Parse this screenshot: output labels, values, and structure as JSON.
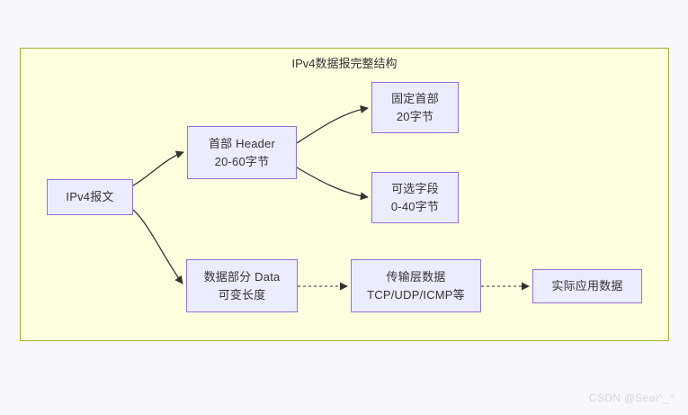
{
  "diagram": {
    "title": "IPv4数据报完整结构",
    "container": {
      "fill": "#ffffe0",
      "stroke": "#aaaa33"
    },
    "node_style": {
      "fill": "#ececff",
      "stroke": "#9370db",
      "text_color": "#333333"
    },
    "edge_style": {
      "solid_color": "#333333",
      "dotted_color": "#555555"
    },
    "nodes": [
      {
        "id": "ipv4",
        "lines": [
          "IPv4报文"
        ]
      },
      {
        "id": "header",
        "lines": [
          "首部 Header",
          "20-60字节"
        ]
      },
      {
        "id": "fixed",
        "lines": [
          "固定首部",
          "20字节"
        ]
      },
      {
        "id": "optional",
        "lines": [
          "可选字段",
          "0-40字节"
        ]
      },
      {
        "id": "data",
        "lines": [
          "数据部分 Data",
          "可变长度"
        ]
      },
      {
        "id": "transport",
        "lines": [
          "传输层数据",
          "TCP/UDP/ICMP等"
        ]
      },
      {
        "id": "payload",
        "lines": [
          "实际应用数据"
        ]
      }
    ],
    "edges": [
      {
        "from": "ipv4",
        "to": "header",
        "style": "solid-curve"
      },
      {
        "from": "ipv4",
        "to": "data",
        "style": "solid-curve"
      },
      {
        "from": "header",
        "to": "fixed",
        "style": "solid-curve"
      },
      {
        "from": "header",
        "to": "optional",
        "style": "solid-curve"
      },
      {
        "from": "data",
        "to": "transport",
        "style": "dotted"
      },
      {
        "from": "transport",
        "to": "payload",
        "style": "dotted"
      }
    ]
  },
  "watermark": {
    "text": "CSDN @Seal^_^"
  }
}
